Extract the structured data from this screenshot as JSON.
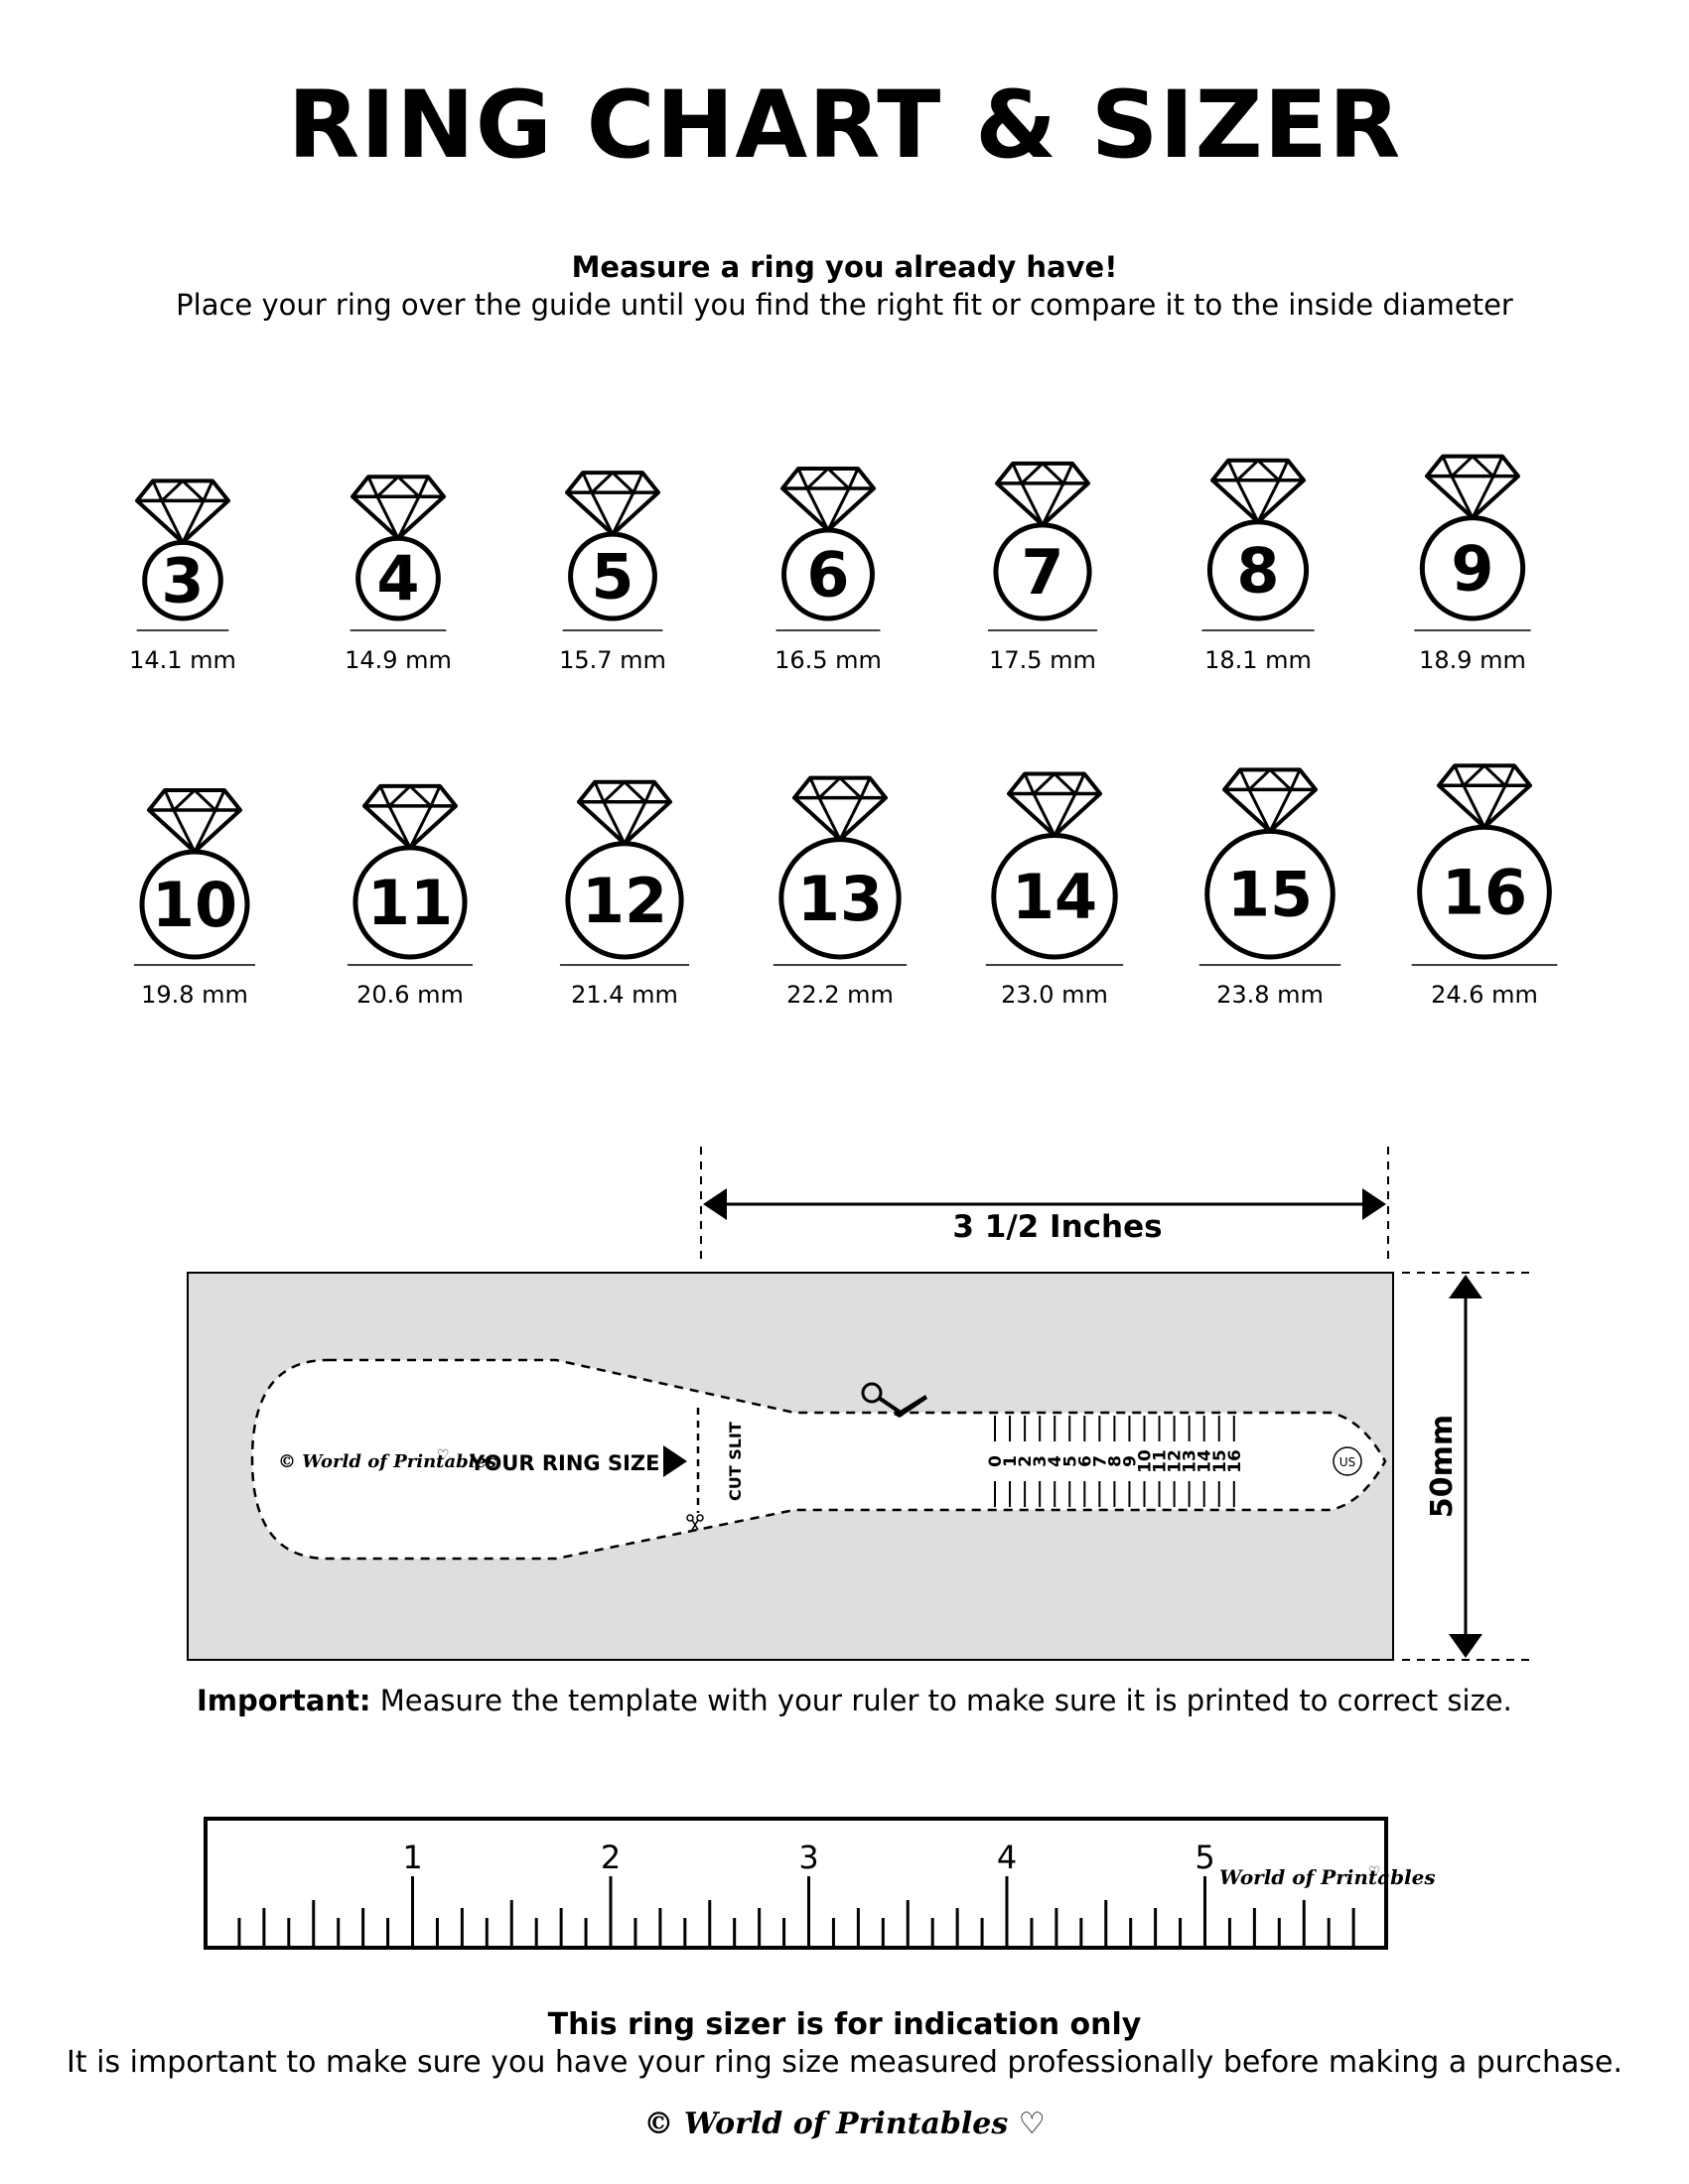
{
  "title": "RING CHART & SIZER",
  "subtitle_bold": "Measure a ring you already have!",
  "subtitle_text": "Place your ring over the guide until you find the right fit or compare it to the inside diameter",
  "rings": [
    {
      "size": "3",
      "mm": "14.1 mm",
      "diameter_mm": 14.1
    },
    {
      "size": "4",
      "mm": "14.9 mm",
      "diameter_mm": 14.9
    },
    {
      "size": "5",
      "mm": "15.7 mm",
      "diameter_mm": 15.7
    },
    {
      "size": "6",
      "mm": "16.5 mm",
      "diameter_mm": 16.5
    },
    {
      "size": "7",
      "mm": "17.5 mm",
      "diameter_mm": 17.5
    },
    {
      "size": "8",
      "mm": "18.1 mm",
      "diameter_mm": 18.1
    },
    {
      "size": "9",
      "mm": "18.9 mm",
      "diameter_mm": 18.9
    },
    {
      "size": "10",
      "mm": "19.8 mm",
      "diameter_mm": 19.8
    },
    {
      "size": "11",
      "mm": "20.6 mm",
      "diameter_mm": 20.6
    },
    {
      "size": "12",
      "mm": "21.4 mm",
      "diameter_mm": 21.4
    },
    {
      "size": "13",
      "mm": "22.2 mm",
      "diameter_mm": 22.2
    },
    {
      "size": "14",
      "mm": "23.0 mm",
      "diameter_mm": 23.0
    },
    {
      "size": "15",
      "mm": "23.8 mm",
      "diameter_mm": 23.8
    },
    {
      "size": "16",
      "mm": "24.6 mm",
      "diameter_mm": 24.6
    }
  ],
  "sizer": {
    "width_label": "3 1/2 Inches",
    "height_label": "50mm",
    "your_ring_size": "YOUR RING SIZE",
    "cut_slit": "CUT SLIT",
    "us_badge": "US",
    "logo": "© World of Printables",
    "scale_numbers": [
      "0",
      "1",
      "2",
      "3",
      "4",
      "5",
      "6",
      "7",
      "8",
      "9",
      "10",
      "11",
      "12",
      "13",
      "14",
      "15",
      "16"
    ],
    "icons": [
      "scissors-icon",
      "arrow-right-icon",
      "heart-icon"
    ]
  },
  "important": {
    "label": "Important:",
    "text": " Measure the template with your ruler to make sure it is printed to correct size."
  },
  "ruler": {
    "numbers": [
      "1",
      "2",
      "3",
      "4",
      "5"
    ],
    "logo": "World of Printables"
  },
  "disclaimer": {
    "bold": "This ring sizer is for indication only",
    "text": "It is important to make sure you have your ring size measured professionally before making a purchase."
  },
  "footer_logo": "© World of Printables ♡",
  "colors": {
    "ink": "#000000",
    "template_fill": "#dedede",
    "paper": "#ffffff"
  }
}
